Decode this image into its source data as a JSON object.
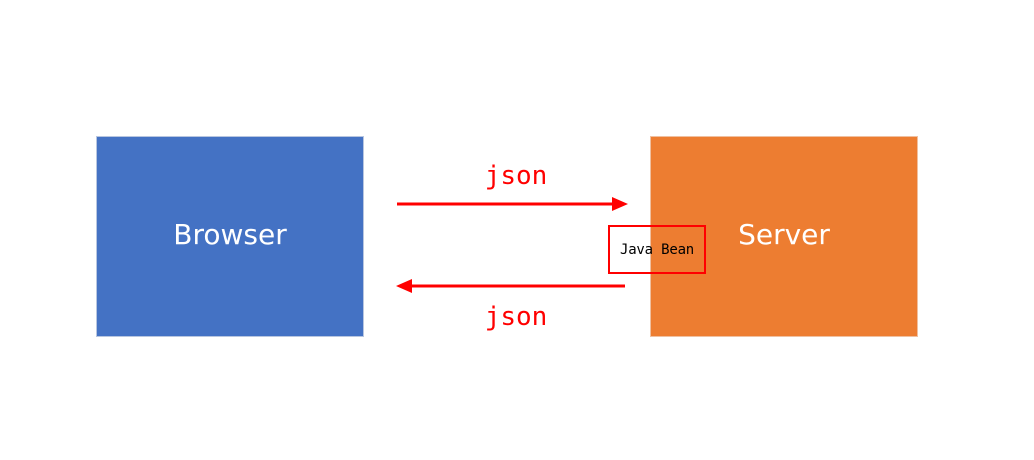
{
  "nodes": {
    "browser": {
      "label": "Browser",
      "color": "#4472c4"
    },
    "server": {
      "label": "Server",
      "color": "#ed7d31"
    }
  },
  "edges": {
    "request": {
      "label": "json",
      "from": "Browser",
      "to": "Server",
      "color": "#ff0000"
    },
    "response": {
      "label": "json",
      "from": "Server",
      "to": "Browser",
      "color": "#ff0000"
    }
  },
  "annotation": {
    "label": "Java Bean",
    "border_color": "#ff0000"
  }
}
